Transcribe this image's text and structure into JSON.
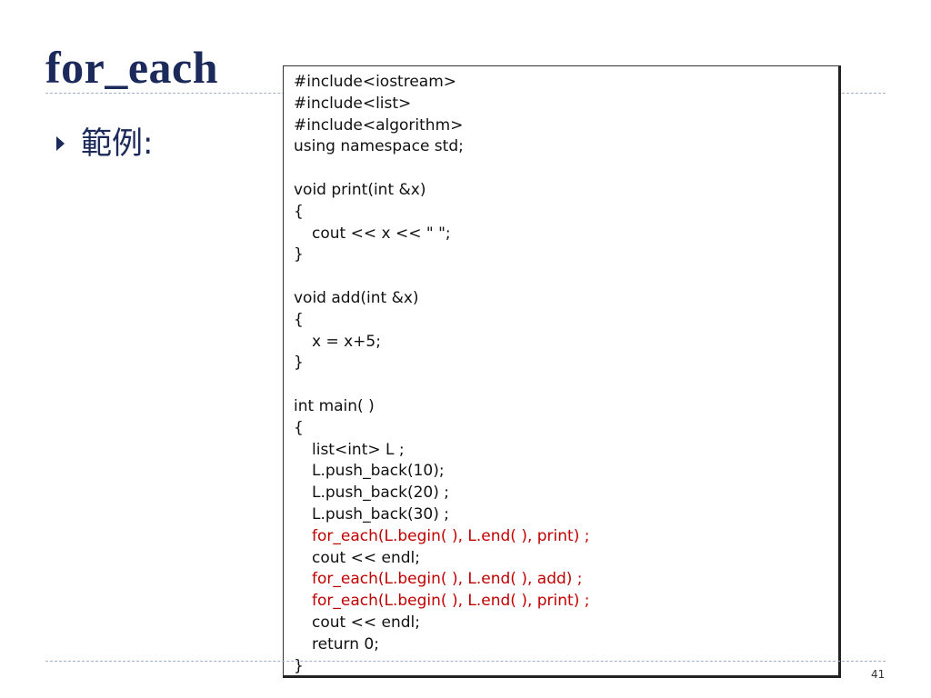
{
  "slide": {
    "title": "for_each",
    "bullet": "範例:",
    "page_number": "41"
  },
  "code": {
    "lines": [
      {
        "text": "#include<iostream>",
        "indent": false,
        "highlight": false
      },
      {
        "text": "#include<list>",
        "indent": false,
        "highlight": false
      },
      {
        "text": "#include<algorithm>",
        "indent": false,
        "highlight": false
      },
      {
        "text": "using namespace std;",
        "indent": false,
        "highlight": false
      },
      {
        "text": "",
        "indent": false,
        "highlight": false
      },
      {
        "text": "void print(int &x)",
        "indent": false,
        "highlight": false
      },
      {
        "text": "{",
        "indent": false,
        "highlight": false
      },
      {
        "text": "cout << x << \" \";",
        "indent": true,
        "highlight": false
      },
      {
        "text": "}",
        "indent": false,
        "highlight": false
      },
      {
        "text": "",
        "indent": false,
        "highlight": false
      },
      {
        "text": "void add(int &x)",
        "indent": false,
        "highlight": false
      },
      {
        "text": "{",
        "indent": false,
        "highlight": false
      },
      {
        "text": "x = x+5;",
        "indent": true,
        "highlight": false
      },
      {
        "text": "}",
        "indent": false,
        "highlight": false
      },
      {
        "text": "",
        "indent": false,
        "highlight": false
      },
      {
        "text": "int main( )",
        "indent": false,
        "highlight": false
      },
      {
        "text": "{",
        "indent": false,
        "highlight": false
      },
      {
        "text": "list<int> L ;",
        "indent": true,
        "highlight": false
      },
      {
        "text": "L.push_back(10);",
        "indent": true,
        "highlight": false
      },
      {
        "text": "L.push_back(20) ;",
        "indent": true,
        "highlight": false
      },
      {
        "text": "L.push_back(30) ;",
        "indent": true,
        "highlight": false
      },
      {
        "text": "for_each(L.begin( ), L.end( ), print) ;",
        "indent": true,
        "highlight": true
      },
      {
        "text": "cout << endl;",
        "indent": true,
        "highlight": false
      },
      {
        "text": "for_each(L.begin( ), L.end( ), add) ;",
        "indent": true,
        "highlight": true
      },
      {
        "text": "for_each(L.begin( ), L.end( ), print) ;",
        "indent": true,
        "highlight": true
      },
      {
        "text": "cout << endl;",
        "indent": true,
        "highlight": false
      },
      {
        "text": "return 0;",
        "indent": true,
        "highlight": false
      },
      {
        "text": "}",
        "indent": false,
        "highlight": false
      }
    ]
  },
  "colors": {
    "title": "#1b2a5a",
    "highlight": "#c00000",
    "rule": "#9fb0cc"
  }
}
